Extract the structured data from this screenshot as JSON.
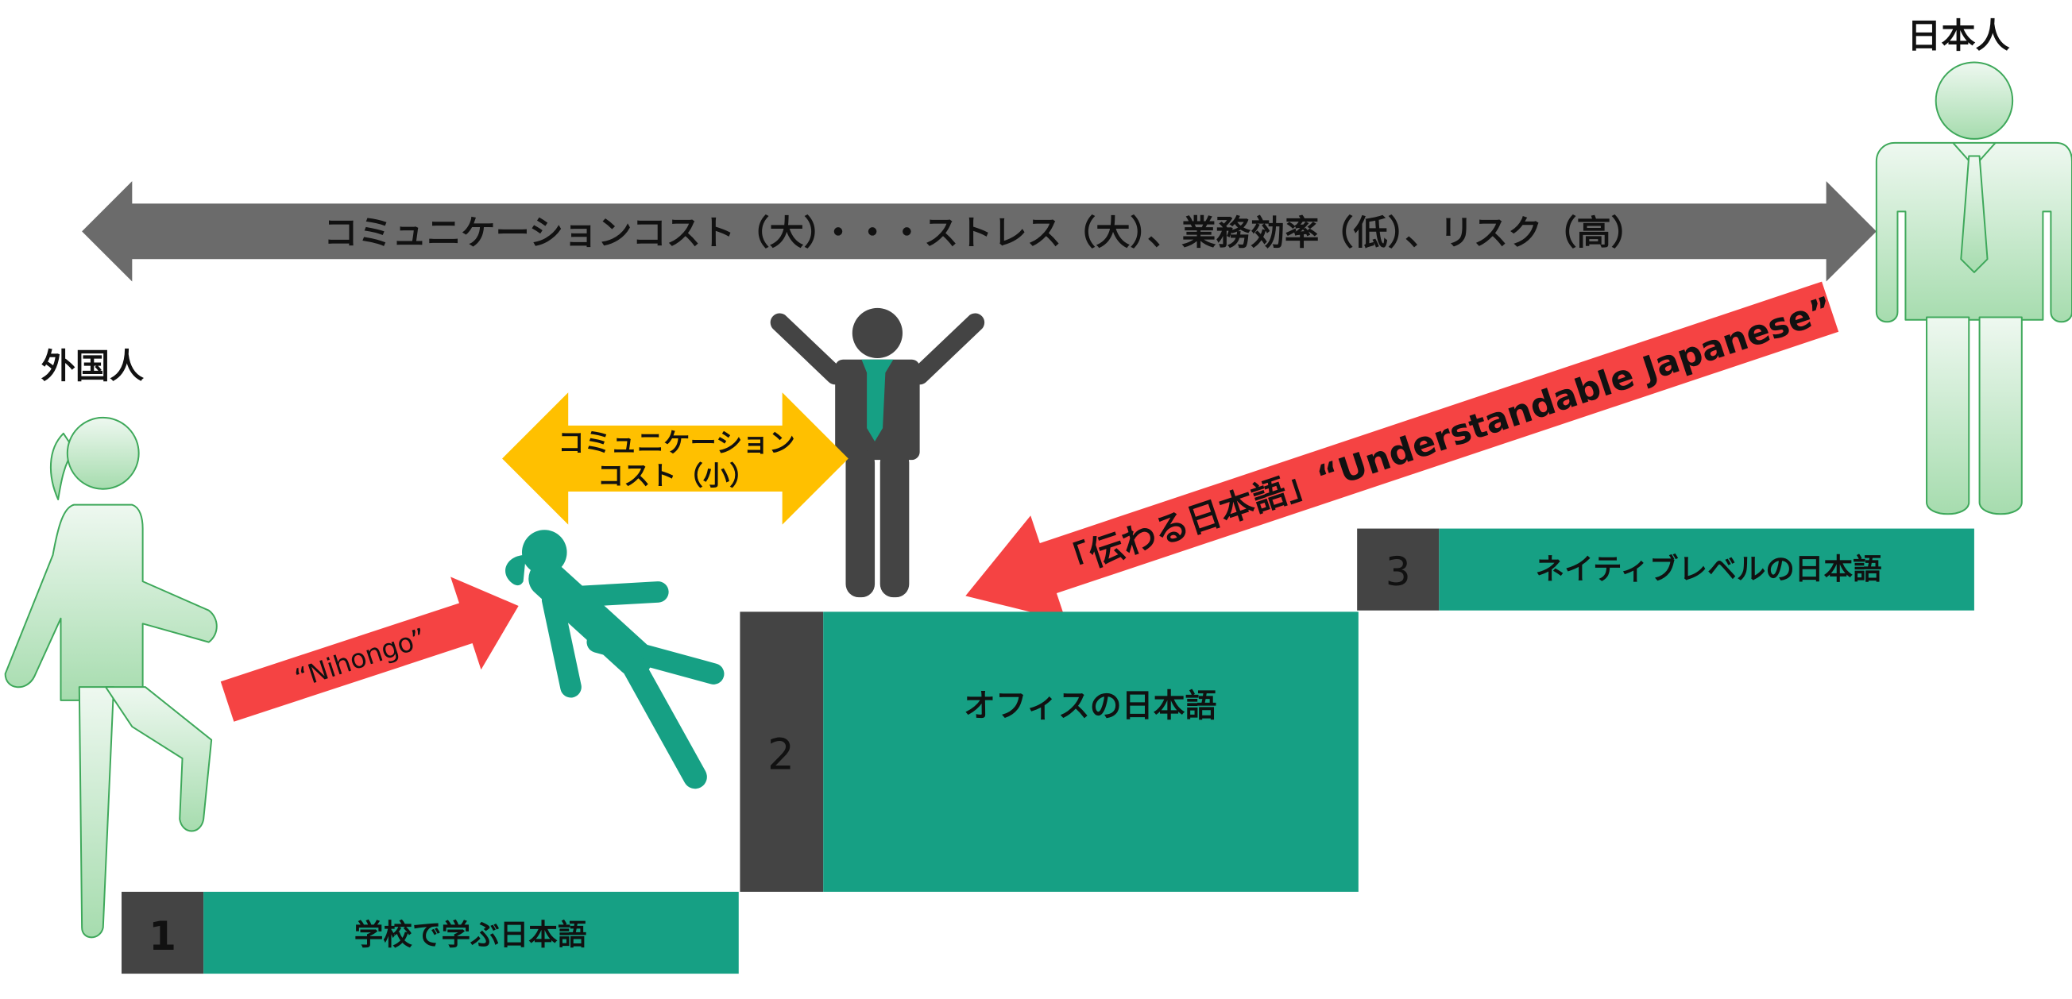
{
  "labels": {
    "foreigner": "外国人",
    "japanese_person": "日本人"
  },
  "arrows": {
    "top_cost": "コミュニケーションコスト（大）・・・ストレス（大）、業務効率（低）、リスク（高）",
    "small_cost_line1": "コミュニケーション",
    "small_cost_line2": "コスト（小）",
    "nihongo": "“Nihongo”",
    "understandable": "「伝わる日本語」“Understandable Japanese”"
  },
  "steps": [
    {
      "number": "1",
      "label": "学校で学ぶ日本語"
    },
    {
      "number": "2",
      "label": "オフィスの日本語"
    },
    {
      "number": "3",
      "label": "ネイティブレベルの日本語"
    }
  ],
  "colors": {
    "teal": "#16a084",
    "dark_gray": "#444444",
    "arrow_gray": "#6b6b6b",
    "red": "#f54343",
    "yellow": "#ffc000",
    "figure_green_light": "#eaf6ec",
    "figure_green_dark": "#a8dcb0",
    "figure_outline": "#3ea85a"
  }
}
